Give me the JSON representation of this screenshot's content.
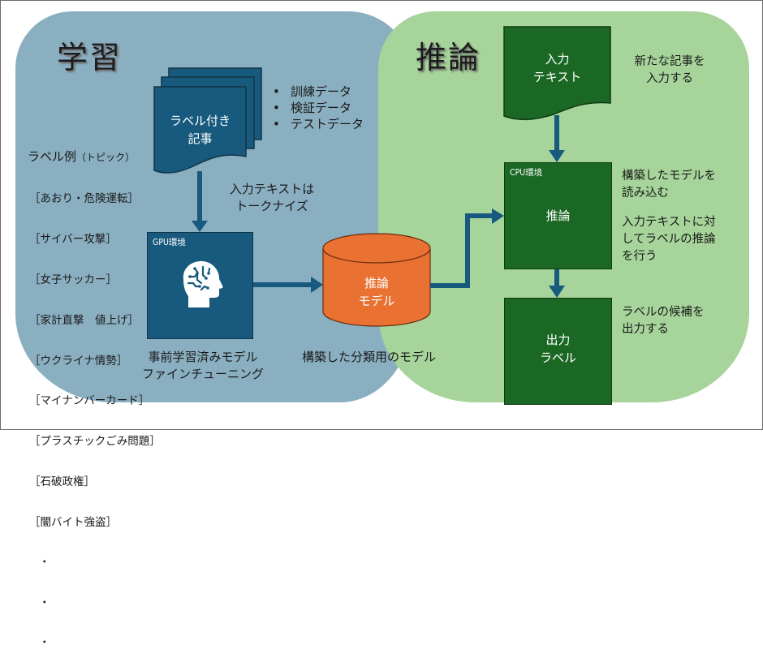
{
  "sections": {
    "learning": {
      "title": "学習",
      "color": "#8aafc1"
    },
    "inference": {
      "title": "推論",
      "color": "#a6d49a"
    }
  },
  "learning": {
    "labeled_docs": {
      "label_line1": "ラベル付き",
      "label_line2": "記事"
    },
    "datasets": [
      "訓練データ",
      "検証データ",
      "テストデータ"
    ],
    "label_examples": {
      "heading": "ラベル例",
      "heading_note": "（トピック）",
      "items": [
        "［あおり・危険運転］",
        "［サイバー攻撃］",
        "［女子サッカー］",
        "［家計直撃　値上げ］",
        "［ウクライナ情勢］",
        "［マイナンバーカード］",
        "［プラスチックごみ問題］",
        "［石破政権］",
        "［闇バイト強盗］"
      ],
      "ellipsis": [
        "・",
        "・",
        "・"
      ]
    },
    "tokenize_note": {
      "line1": "入力テキストは",
      "line2": "トークナイズ"
    },
    "gpu_box": {
      "env_label": "GPU環境",
      "icon": "brain-head-icon"
    },
    "finetune_caption": {
      "line1": "事前学習済みモデル",
      "line2": "ファインチューニング"
    }
  },
  "model": {
    "label_line1": "推論",
    "label_line2": "モデル",
    "caption": "構築した分類用のモデル",
    "color": "#e97132"
  },
  "inference": {
    "input_doc": {
      "label_line1": "入力",
      "label_line2": "テキスト",
      "note_line1": "新たな記事を",
      "note_line2": "入力する"
    },
    "cpu_box": {
      "env_label": "CPU環境",
      "label": "推論",
      "note1_line1": "構築したモデルを",
      "note1_line2": "読み込む",
      "note2_line1": "入力テキストに対",
      "note2_line2": "してラベルの推論",
      "note2_line3": "を行う"
    },
    "output_box": {
      "label_line1": "出力",
      "label_line2": "ラベル",
      "note_line1": "ラベルの候補を",
      "note_line2": "出力する"
    }
  },
  "colors": {
    "arrow": "#175a7d",
    "dark_blue": "#175a7d",
    "dark_green": "#1b6824",
    "orange": "#e97132"
  }
}
